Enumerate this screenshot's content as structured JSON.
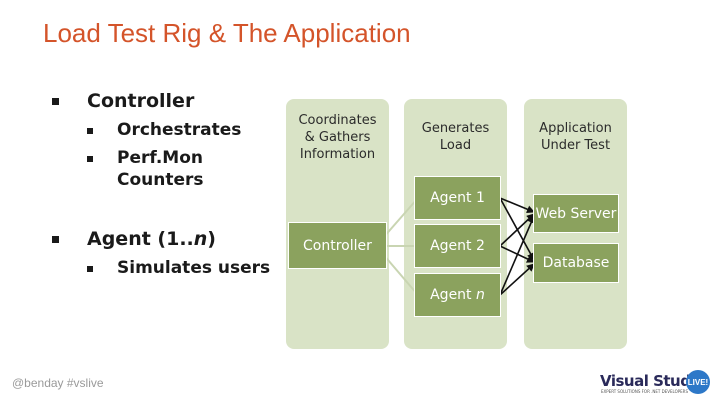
{
  "slide": {
    "title": "Load Test Rig & The Application",
    "footer": "@benday #vslive"
  },
  "bullets": [
    {
      "level": 1,
      "text": "Controller"
    },
    {
      "level": 2,
      "text": "Orchestrates"
    },
    {
      "level": 2,
      "text": "Perf.Mon"
    },
    {
      "level": 2,
      "text": "Counters"
    },
    {
      "level": 1,
      "text": "Agent (1..",
      "italic": "n",
      "close": ")"
    },
    {
      "level": 2,
      "text": "Simulates users"
    }
  ],
  "columns": [
    {
      "header_lines": [
        "Coordinates",
        "& Gathers",
        "Information"
      ]
    },
    {
      "header_lines": [
        "Generates",
        "Load"
      ]
    },
    {
      "header_lines": [
        "Application",
        "Under Test"
      ]
    }
  ],
  "boxes": {
    "controller": "Controller",
    "agent1": "Agent 1",
    "agent2": "Agent 2",
    "agentn_prefix": "Agent ",
    "agentn_italic": "n",
    "web_server": "Web Server",
    "database": "Database"
  },
  "logo": {
    "text": "Visual Studio",
    "badge": "LIVE!",
    "tagline": "EXPERT SOLUTIONS FOR .NET DEVELOPERS"
  },
  "colors": {
    "title": "#d4542a",
    "column_fill": "#d9e3c6",
    "box_fill": "#8ba25e"
  }
}
